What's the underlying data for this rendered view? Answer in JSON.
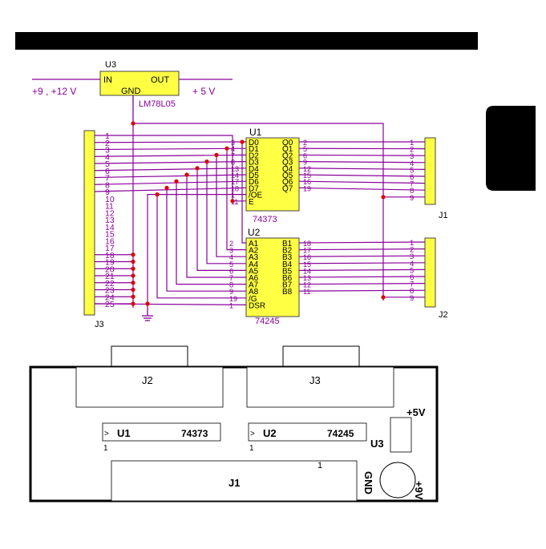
{
  "regulator": {
    "ref": "U3",
    "pin_in": "IN",
    "pin_out": "OUT",
    "pin_gnd": "GND",
    "part": "LM78L05",
    "input_label": "+9 , +12 V",
    "output_label": "+ 5 V"
  },
  "j3": {
    "ref": "J3",
    "pins": [
      "1",
      "2",
      "3",
      "4",
      "5",
      "6",
      "7",
      "8",
      "9",
      "10",
      "11",
      "12",
      "13",
      "14",
      "15",
      "16",
      "17",
      "18",
      "19",
      "20",
      "21",
      "22",
      "23",
      "24",
      "25"
    ]
  },
  "u1": {
    "ref": "U1",
    "part": "74373",
    "left_pins": [
      "D0",
      "D1",
      "D2",
      "D3",
      "D4",
      "D5",
      "D6",
      "D7",
      "/OE",
      "E"
    ],
    "right_pins": [
      "Q0",
      "Q1",
      "Q2",
      "Q3",
      "Q4",
      "Q5",
      "Q6",
      "Q7"
    ],
    "left_nums": [
      "3",
      "4",
      "7",
      "8",
      "13",
      "14",
      "17",
      "18",
      "1",
      "11"
    ],
    "right_nums": [
      "2",
      "5",
      "6",
      "9",
      "12",
      "15",
      "16",
      "19"
    ]
  },
  "u2": {
    "ref": "U2",
    "part": "74245",
    "left_pins": [
      "A1",
      "A2",
      "A3",
      "A4",
      "A5",
      "A6",
      "A7",
      "A8",
      "/G",
      "DSR"
    ],
    "right_pins": [
      "B1",
      "B2",
      "B3",
      "B4",
      "B5",
      "B6",
      "B7",
      "B8"
    ],
    "left_nums": [
      "2",
      "3",
      "4",
      "5",
      "6",
      "7",
      "8",
      "9",
      "19",
      "1"
    ],
    "right_nums": [
      "18",
      "17",
      "16",
      "15",
      "14",
      "13",
      "12",
      "11"
    ]
  },
  "j1": {
    "ref": "J1",
    "pins": [
      "1",
      "2",
      "3",
      "4",
      "5",
      "6",
      "7",
      "8",
      "9"
    ]
  },
  "j2": {
    "ref": "J2",
    "pins": [
      "1",
      "2",
      "3",
      "4",
      "5",
      "6",
      "7",
      "8",
      "9"
    ]
  },
  "board": {
    "j2": "J2",
    "j3": "J3",
    "u1": "U1",
    "u1_part": "74373",
    "u2": "U2",
    "u2_part": "74245",
    "u3": "U3",
    "plus5v": "+5V",
    "j1": "J1",
    "pin_one": "1",
    "pin_marker": ">",
    "gnd": "GND",
    "plus9v": "+9V"
  },
  "colors": {
    "wire": "#8a009a",
    "component_fill": "#ffff44",
    "junction": "#dd0000",
    "header_bar": "#000000",
    "side_tab": "#000000"
  }
}
